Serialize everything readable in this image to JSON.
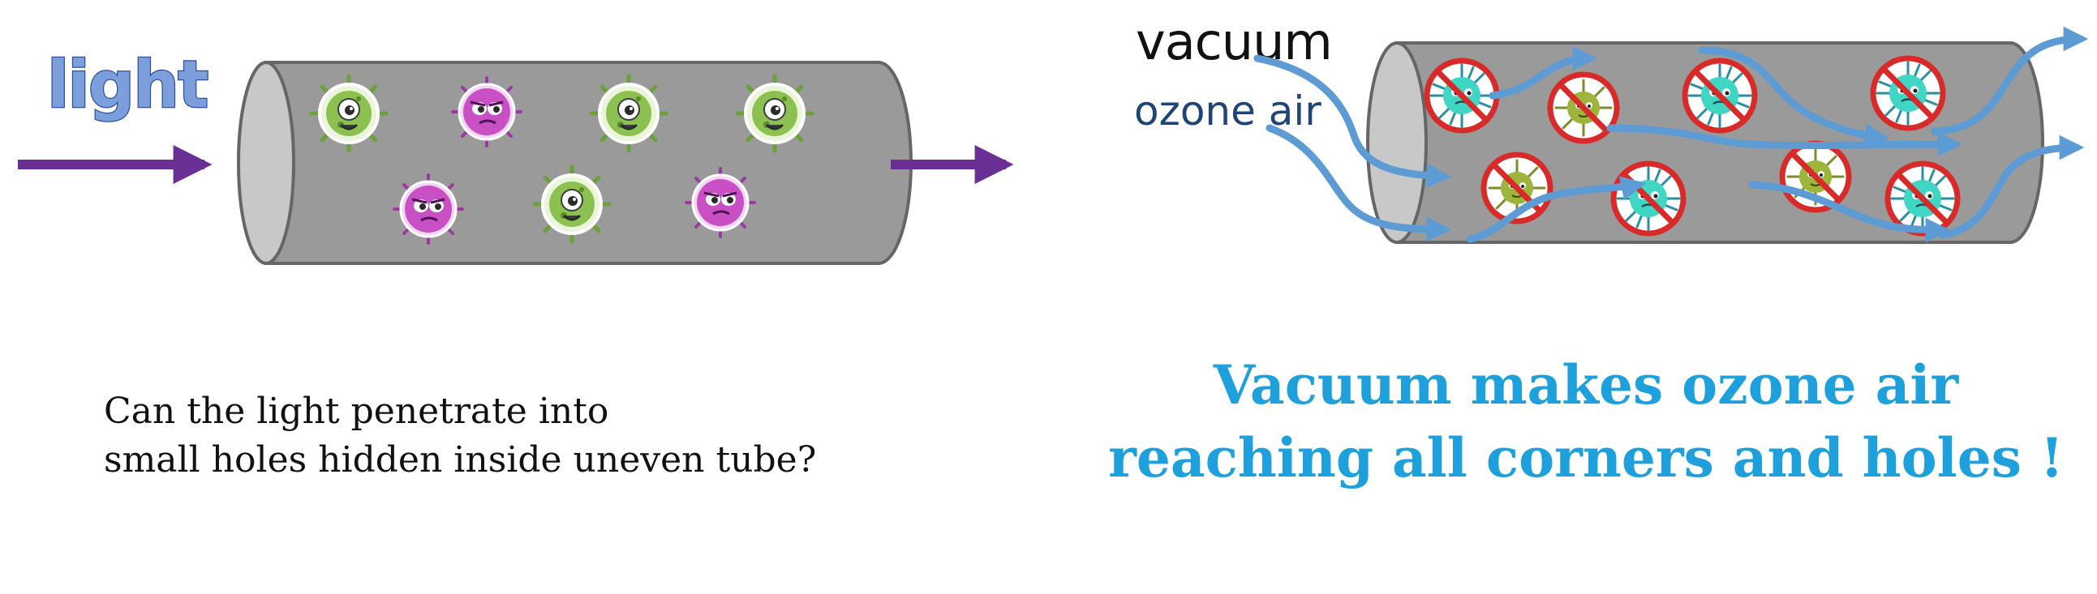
{
  "left_panel": {
    "light_label": "light",
    "question_line1": "Can the light penetrate into",
    "question_line2": "small holes hidden inside uneven tube?"
  },
  "right_panel": {
    "vacuum_label": "vacuum",
    "ozone_label": "ozone air",
    "headline_line1": "Vacuum makes ozone air",
    "headline_line2": "reaching all corners and holes !"
  },
  "colors": {
    "tube_body": "#9a9a9a",
    "tube_end": "#c8c8c8",
    "light_arrow": "#6a2f95",
    "air_arrow": "#5d9bd5",
    "headline": "#1ea0dc",
    "virus_green": "#8cc152",
    "virus_magenta": "#c94fc5",
    "virus_teal": "#3fd6c4",
    "ban_red": "#d92a2a"
  },
  "icons": {
    "virus": "virus-icon",
    "banned_virus": "banned-virus-icon"
  }
}
